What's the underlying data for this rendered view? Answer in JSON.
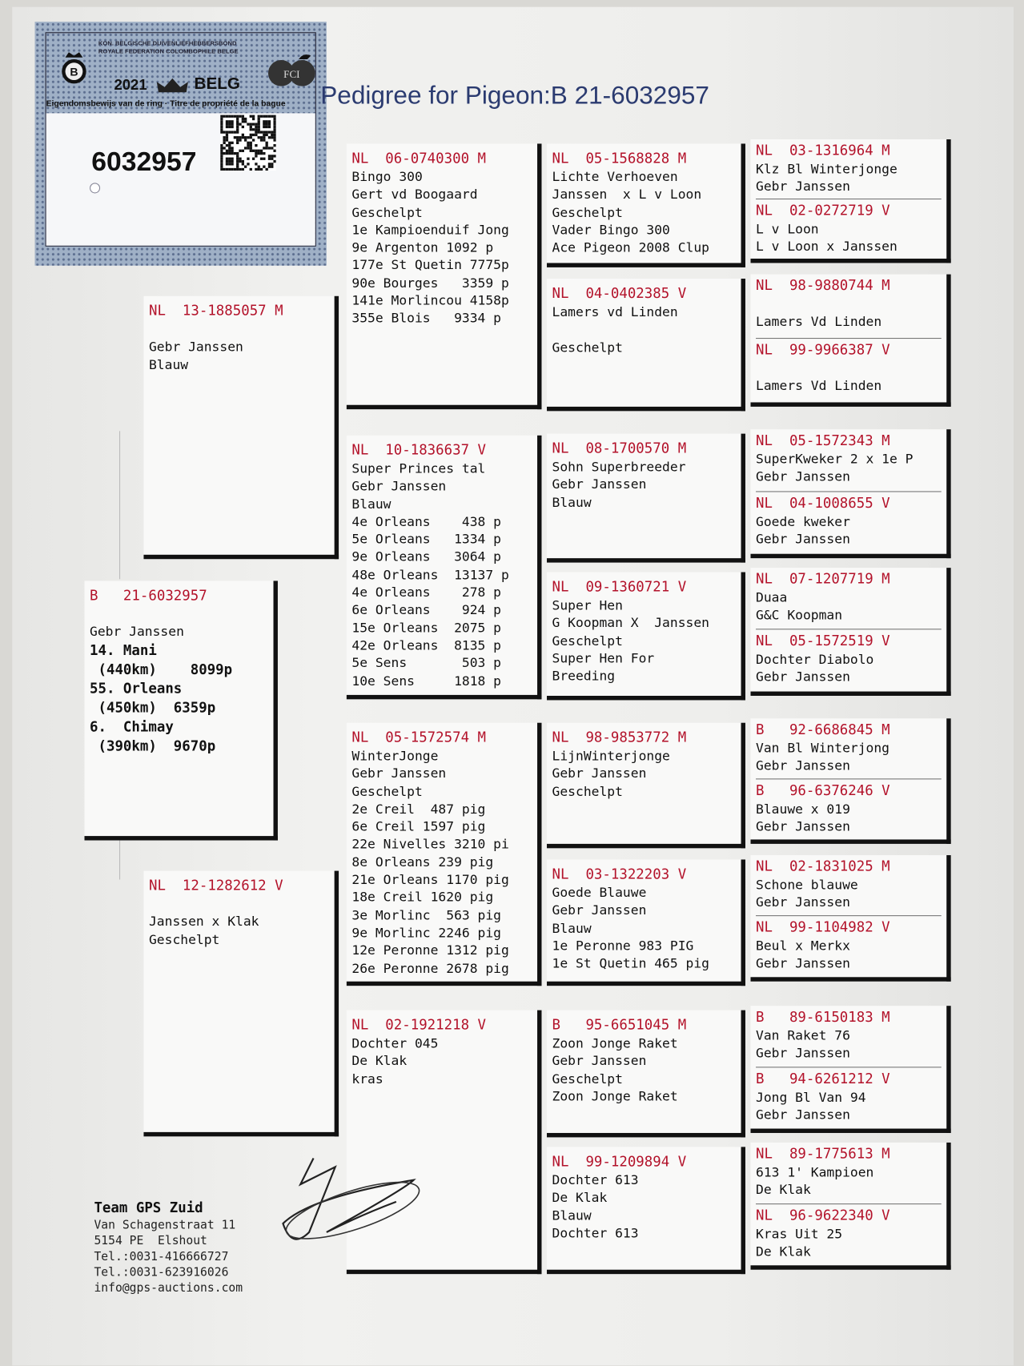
{
  "ring_card": {
    "org_nl": "KON. BELGISCHE DUIVENLIEFHEBBERSBOND",
    "org_fr": "ROYALE FEDERATION COLOMBOPHILE BELGE",
    "year": "2021",
    "country": "BELG",
    "title": "Eigendomsbewijs van de ring · Titre de propriété de la bague",
    "ring_number": "6032957",
    "logo_left": "B",
    "logo_right": "FCI"
  },
  "page_title": "Pedigree for Pigeon:B 21-6032957",
  "subject": {
    "ring": "B   21-6032957",
    "lines": [
      "",
      "Gebr Janssen"
    ],
    "results": [
      "14. Mani",
      " (440km)    8099p",
      "55. Orleans",
      " (450km)  6359p",
      "6.  Chimay",
      " (390km)  9670p"
    ]
  },
  "parents": [
    {
      "ring": "NL  13-1885057 M",
      "lines": [
        "",
        "Gebr Janssen",
        "Blauw"
      ]
    },
    {
      "ring": "NL  12-1282612 V",
      "lines": [
        "",
        "Janssen x Klak",
        "Geschelpt"
      ]
    }
  ],
  "grandparents": [
    {
      "ring": "NL  06-0740300 M",
      "lines": [
        "Bingo 300",
        "Gert vd Boogaard",
        "Geschelpt",
        "1e Kampioenduif Jong",
        "9e Argenton 1092 p",
        "177e St Quetin 7775p",
        "90e Bourges   3359 p",
        "141e Morlincou 4158p",
        "355e Blois   9334 p"
      ]
    },
    {
      "ring": "NL  10-1836637 V",
      "lines": [
        "Super Princes tal",
        "Gebr Janssen",
        "Blauw",
        "4e Orleans    438 p",
        "5e Orleans   1334 p",
        "9e Orleans   3064 p",
        "48e Orleans  13137 p",
        "4e Orleans    278 p",
        "6e Orleans    924 p",
        "15e Orleans  2075 p",
        "42e Orleans  8135 p",
        "5e Sens       503 p",
        "10e Sens     1818 p"
      ]
    },
    {
      "ring": "NL  05-1572574 M",
      "lines": [
        "WinterJonge",
        "Gebr Janssen",
        "Geschelpt",
        "2e Creil  487 pig",
        "6e Creil 1597 pig",
        "22e Nivelles 3210 pi",
        "8e Orleans 239 pig",
        "21e Orleans 1170 pig",
        "18e Creil 1620 pig",
        "3e Morlinc  563 pig",
        "9e Morlinc 2246 pig",
        "12e Peronne 1312 pig",
        "26e Peronne 2678 pig"
      ]
    },
    {
      "ring": "NL  02-1921218 V",
      "lines": [
        "Dochter 045",
        "De Klak",
        "kras"
      ]
    }
  ],
  "great_grandparents": [
    {
      "ring": "NL  05-1568828 M",
      "lines": [
        "Lichte Verhoeven",
        "Janssen  x L v Loon",
        "Geschelpt",
        "Vader Bingo 300",
        "Ace Pigeon 2008 Clup"
      ]
    },
    {
      "ring": "NL  04-0402385 V",
      "lines": [
        "Lamers vd Linden",
        "",
        "Geschelpt"
      ]
    },
    {
      "ring": "NL  08-1700570 M",
      "lines": [
        "Sohn Superbreeder",
        "Gebr Janssen",
        "Blauw"
      ]
    },
    {
      "ring": "NL  09-1360721 V",
      "lines": [
        "Super Hen",
        "G Koopman X  Janssen",
        "Geschelpt",
        "Super Hen For",
        "Breeding"
      ]
    },
    {
      "ring": "NL  98-9853772 M",
      "lines": [
        "LijnWinterjonge",
        "Gebr Janssen",
        "Geschelpt"
      ]
    },
    {
      "ring": "NL  03-1322203 V",
      "lines": [
        "Goede Blauwe",
        "Gebr Janssen",
        "Blauw",
        "1e Peronne 983 PIG",
        "1e St Quetin 465 pig"
      ]
    },
    {
      "ring": "B   95-6651045 M",
      "lines": [
        "Zoon Jonge Raket",
        "Gebr Janssen",
        "Geschelpt",
        "Zoon Jonge Raket"
      ]
    },
    {
      "ring": "NL  99-1209894 V",
      "lines": [
        "Dochter 613",
        "De Klak",
        "Blauw",
        "Dochter 613"
      ]
    }
  ],
  "great_great_grandparents": [
    {
      "ring": "NL  03-1316964 M",
      "lines": [
        "Klz Bl Winterjonge",
        "Gebr Janssen"
      ]
    },
    {
      "ring": "NL  02-0272719 V",
      "lines": [
        "L v Loon",
        "L v Loon x Janssen"
      ]
    },
    {
      "ring": "NL  98-9880744 M",
      "lines": [
        "",
        "Lamers Vd Linden"
      ]
    },
    {
      "ring": "NL  99-9966387 V",
      "lines": [
        "",
        "Lamers Vd Linden"
      ]
    },
    {
      "ring": "NL  05-1572343 M",
      "lines": [
        "SuperKweker 2 x 1e P",
        "Gebr Janssen"
      ]
    },
    {
      "ring": "NL  04-1008655 V",
      "lines": [
        "Goede kweker",
        "Gebr Janssen"
      ]
    },
    {
      "ring": "NL  07-1207719 M",
      "lines": [
        "Duaa",
        "G&C Koopman"
      ]
    },
    {
      "ring": "NL  05-1572519 V",
      "lines": [
        "Dochter Diabolo",
        "Gebr Janssen"
      ]
    },
    {
      "ring": "B   92-6686845 M",
      "lines": [
        "Van Bl Winterjong",
        "Gebr Janssen"
      ]
    },
    {
      "ring": "B   96-6376246 V",
      "lines": [
        "Blauwe x 019",
        "Gebr Janssen"
      ]
    },
    {
      "ring": "NL  02-1831025 M",
      "lines": [
        "Schone blauwe",
        "Gebr Janssen"
      ]
    },
    {
      "ring": "NL  99-1104982 V",
      "lines": [
        "Beul x Merkx",
        "Gebr Janssen"
      ]
    },
    {
      "ring": "B   89-6150183 M",
      "lines": [
        "Van Raket 76",
        "Gebr Janssen"
      ]
    },
    {
      "ring": "B   94-6261212 V",
      "lines": [
        "Jong Bl Van 94",
        "Gebr Janssen"
      ]
    },
    {
      "ring": "NL  89-1775613 M",
      "lines": [
        "613 1' Kampioen",
        "De Klak"
      ]
    },
    {
      "ring": "NL  96-9622340 V",
      "lines": [
        "Kras Uit 25",
        "De Klak"
      ]
    }
  ],
  "footer": {
    "name": "Team GPS Zuid",
    "lines": [
      "Van Schagenstraat 11",
      "5154 PE  Elshout",
      "Tel.:0031-416666727",
      "Tel.:0031-623916026",
      "info@gps-auctions.com"
    ]
  },
  "colors": {
    "ring_red": "#b3122a",
    "title_blue": "#2b3b70"
  }
}
